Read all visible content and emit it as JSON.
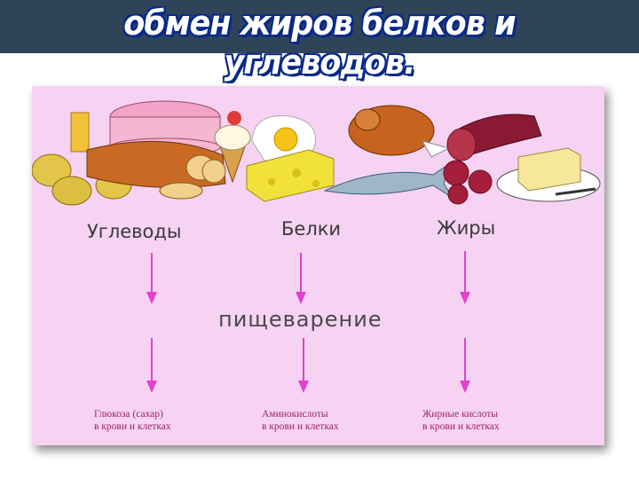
{
  "header": {
    "title": "обмен жиров белков и углеводов."
  },
  "diagram": {
    "columns": [
      {
        "label": "Углеводы",
        "result_line1": "Глюкоза (сахар)",
        "result_line2": "в крови и клетках"
      },
      {
        "label": "Белки",
        "result_line1": "Аминокислоты",
        "result_line2": "в крови и клетках"
      },
      {
        "label": "Жиры",
        "result_line1": "Жирные кислоты",
        "result_line2": "в крови и клетках"
      }
    ],
    "process": "пищеварение",
    "colors": {
      "background": "#f6d3f2",
      "arrow": "#e33fd0",
      "result_text": "#a0206a",
      "header_bar": "#2f4459"
    }
  }
}
